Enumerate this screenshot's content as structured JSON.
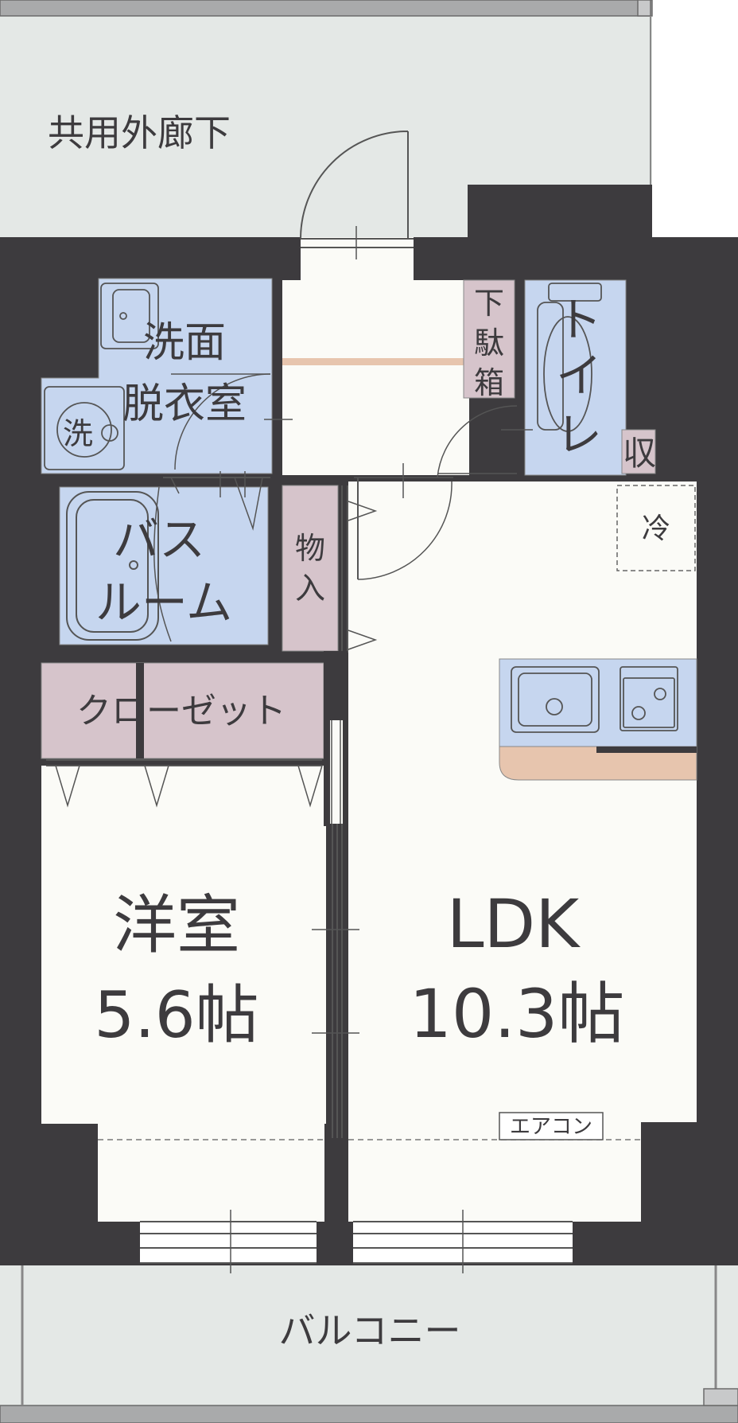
{
  "labels": {
    "corridor": "共用外廊下",
    "washroom_line1": "洗面",
    "washroom_line2": "脱衣室",
    "washer": "洗",
    "shoe_line1": "下",
    "shoe_line2": "駄",
    "shoe_line3": "箱",
    "toilet_line1": "ト",
    "toilet_line2": "イ",
    "toilet_line3": "レ",
    "storage_small": "収",
    "fridge": "冷",
    "bath_line1": "バス",
    "bath_line2": "ルーム",
    "closet_small_line1": "物",
    "closet_small_line2": "入",
    "closet": "クローゼット",
    "western_room_line1": "洋室",
    "western_room_line2": "5.6帖",
    "ldk_line1": "LDK",
    "ldk_line2": "10.3帖",
    "aircon": "エアコン",
    "balcony": "バルコニー"
  },
  "colors": {
    "wall": "#3d3b3e",
    "outdoor": "#e4e8e6",
    "floor": "#fbfbf7",
    "wet_area": "#c6d6ef",
    "storage": "#d6c4cb",
    "counter": "#e7c5ae"
  }
}
